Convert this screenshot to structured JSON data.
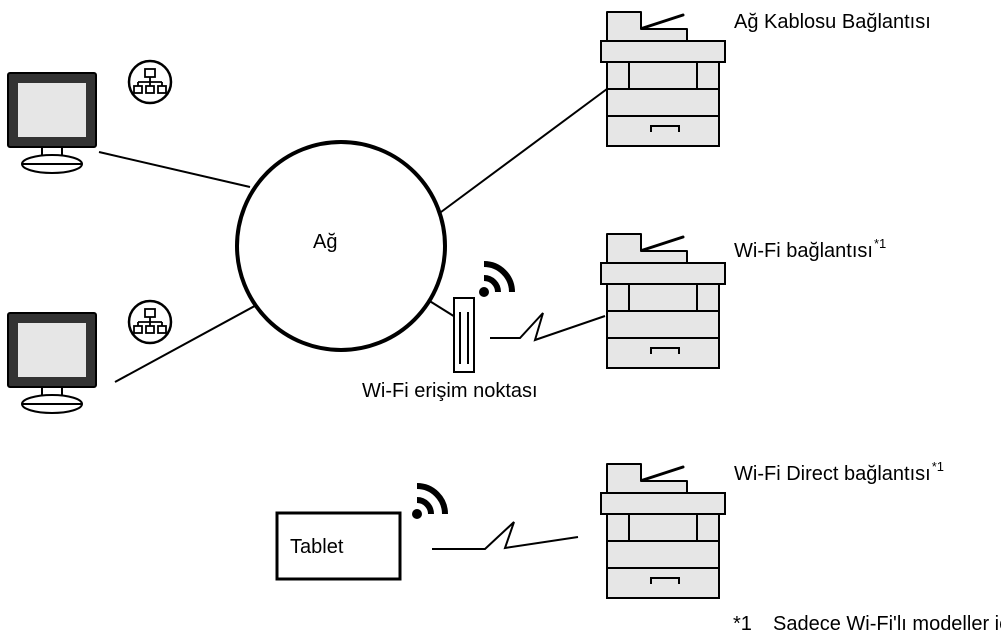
{
  "labels": {
    "network": "Ağ",
    "wired_connection": "Ağ Kablosu Bağlantısı",
    "wifi_connection": "Wi-Fi bağlantısı",
    "wifi_access_point": "Wi-Fi erişim noktası",
    "wifi_direct_connection": "Wi-Fi Direct bağlantısı",
    "tablet": "Tablet"
  },
  "footnote": {
    "ref": "*1",
    "mark": "*1",
    "text": "Sadece Wi-Fi'lı modeller için."
  },
  "icons": {
    "computer": "computer-monitor-icon",
    "lan": "lan-network-icon",
    "printer": "printer-icon",
    "wifi": "wifi-signal-icon",
    "access_point": "wifi-access-point-icon"
  },
  "colors": {
    "line": "#000000",
    "printer_fill": "#e6e6e6",
    "monitor_bezel": "#333333",
    "monitor_screen": "#e6e6e6",
    "background": "#ffffff"
  }
}
